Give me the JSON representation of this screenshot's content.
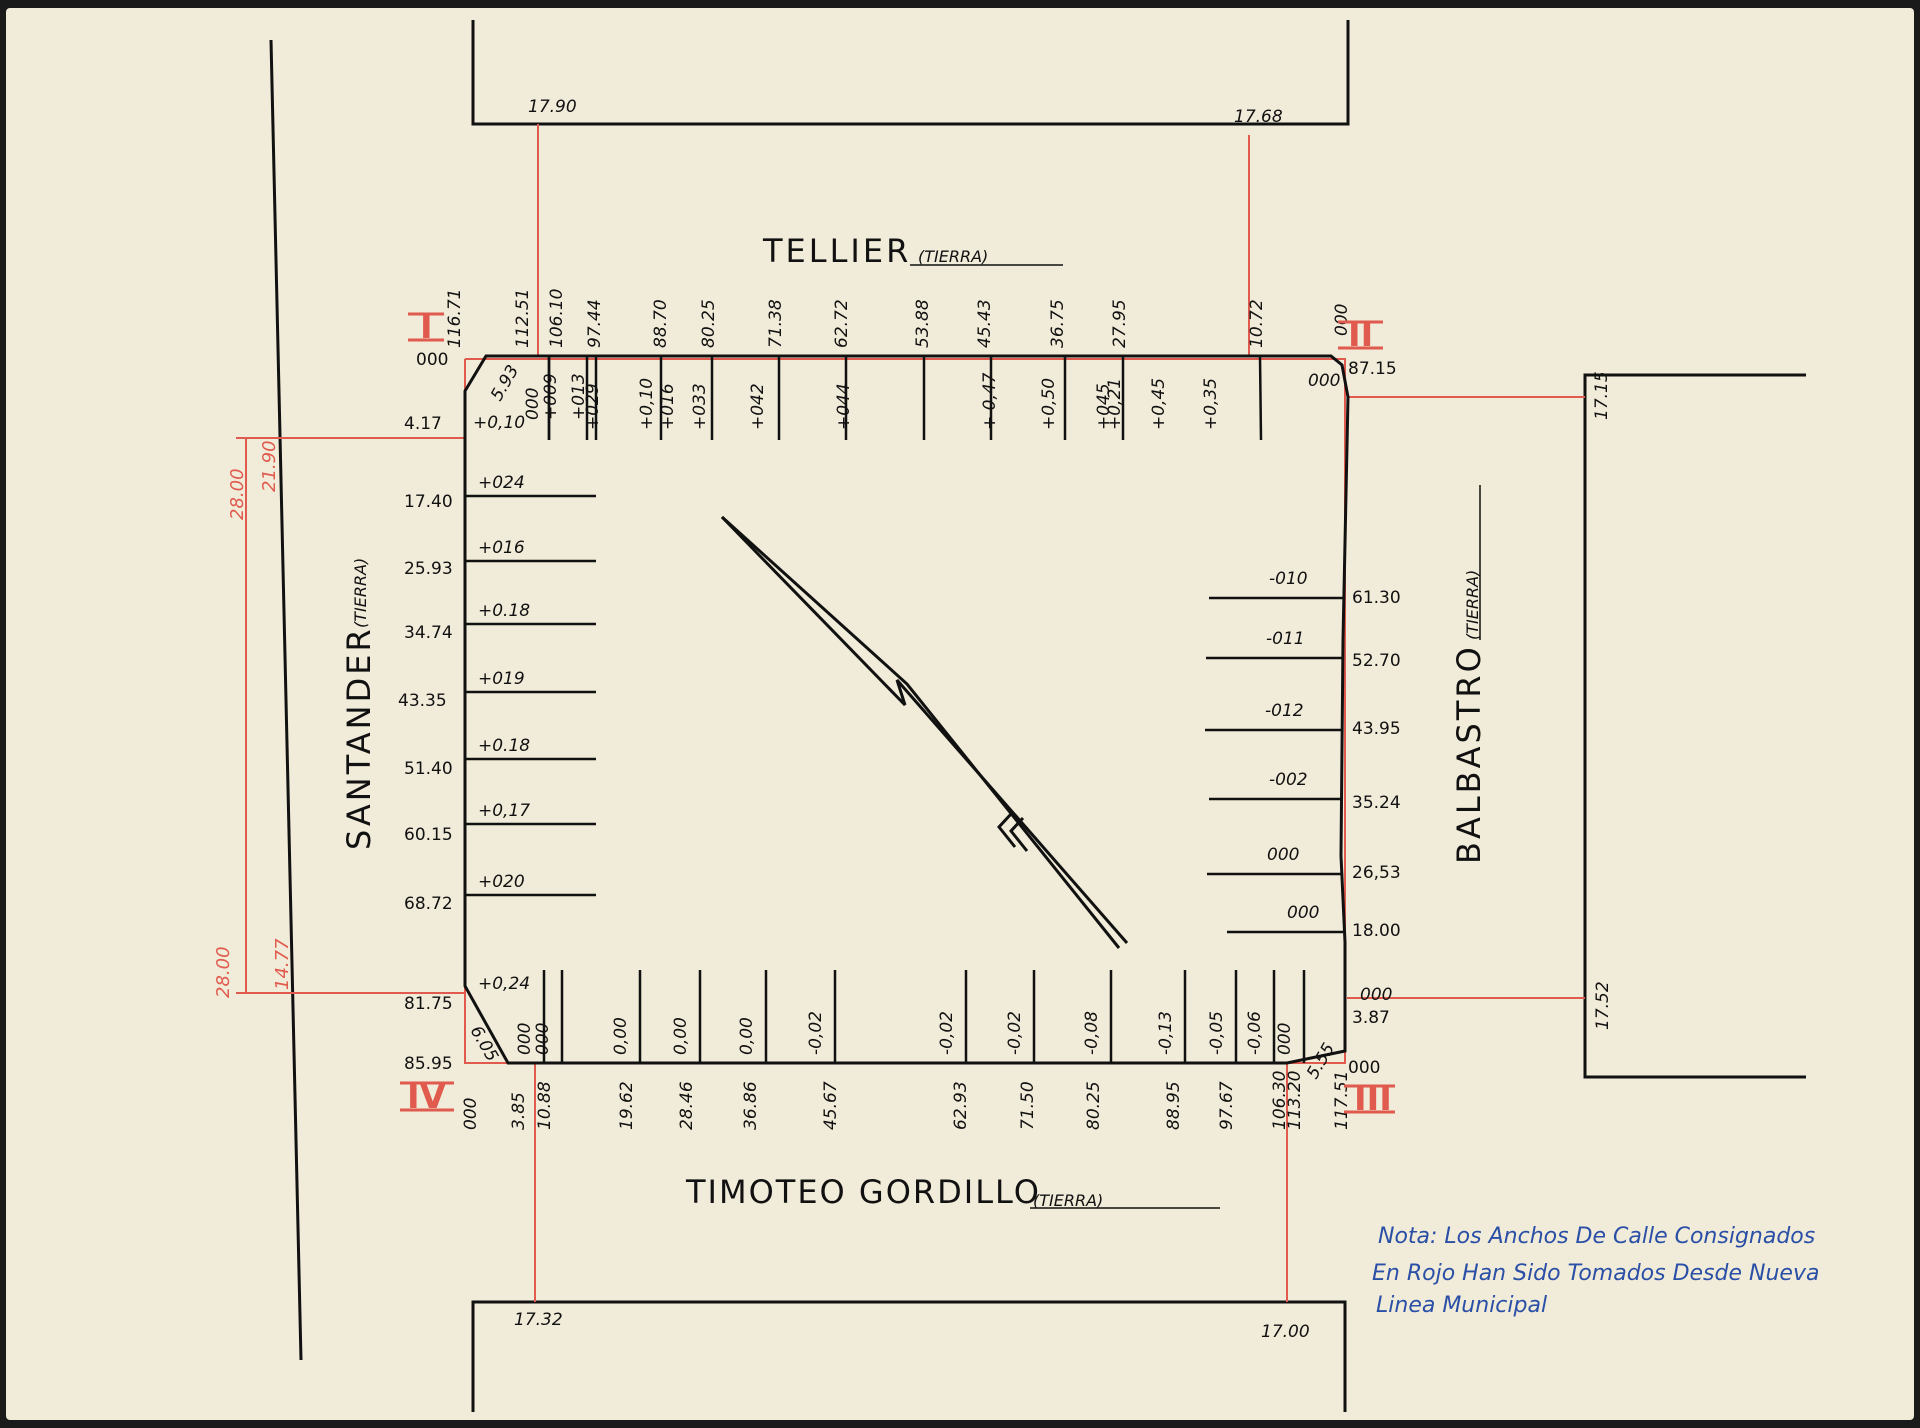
{
  "streets": {
    "north": {
      "name": "TELLIER",
      "surface": "(TIERRA)"
    },
    "west": {
      "name": "SANTANDER",
      "surface": "(TIERRA)"
    },
    "east": {
      "name": "BALBASTRO",
      "surface": "(TIERRA)"
    },
    "south": {
      "name": "TIMOTEO GORDILLO",
      "surface": "(TIERRA)"
    }
  },
  "corners": {
    "c1": "I",
    "c2": "II",
    "c3": "III",
    "c4": "IV"
  },
  "street_widths": {
    "north_left": "17.90",
    "north_right": "17.68",
    "east_top": "17.15",
    "east_bottom": "17.52",
    "south_left": "17.32",
    "south_right": "17.00",
    "west_top_outer": "28.00",
    "west_top_inner": "21.90",
    "west_bottom_outer": "28.00",
    "west_bottom_inner": "14.77"
  },
  "north_side": {
    "corner_zero": "000",
    "chamfer": "5.93",
    "stations": [
      "116.71",
      "112.51",
      "106.10",
      "97.44",
      "88.70",
      "80.25",
      "71.38",
      "62.72",
      "53.88",
      "45.43",
      "36.75",
      "27.95",
      "10.72"
    ],
    "offsets": [
      "+0,10",
      "000",
      "+009",
      "+013",
      "+029",
      "+0,10",
      "+016",
      "+033",
      "+042",
      "+044",
      "+ 0,47",
      "+0,50",
      "+045",
      "+0,45",
      "+0,35",
      "+0,21"
    ],
    "end_zero": "000",
    "corner_value": "87.15",
    "corner_offset": "000"
  },
  "west_side": {
    "stations": [
      "4.17",
      "17.40",
      "25.93",
      "34.74",
      "43.35",
      "51.40",
      "60.15",
      "68.72",
      "81.75",
      "85.95"
    ],
    "offsets": [
      "+024",
      "+016",
      "+0.18",
      "+019",
      "+0.18",
      "+0,17",
      "+020",
      "+0,24"
    ],
    "chamfer": "6.05"
  },
  "east_side": {
    "stations": [
      "61.30",
      "52.70",
      "43.95",
      "35.24",
      "26,53",
      "18.00",
      "3.87"
    ],
    "offsets": [
      "-010",
      "-011",
      "-012",
      "-002",
      "000",
      "000",
      "000"
    ],
    "end_zero": "000"
  },
  "south_side": {
    "stations": [
      "000",
      "3.85",
      "10.88",
      "19.62",
      "28.46",
      "36.86",
      "45.67",
      "62.93",
      "71.50",
      "80.25",
      "88.95",
      "97.67",
      "106.30",
      "113.20",
      "117.51"
    ],
    "offsets": [
      "000",
      "000",
      "0,00",
      "0,00",
      "0,00",
      "-0,02",
      "-0,02",
      "-0,02",
      "-0,08",
      "-0,13",
      "-0,05",
      "-0,06",
      "000"
    ],
    "chamfer": "5.55"
  },
  "note": {
    "line1": "Nota: Los Anchos De Calle Consignados",
    "line2": "En Rojo Han Sido Tomados Desde Nueva",
    "line3": "Linea Municipal"
  },
  "colors": {
    "paper": "#f1ebd9",
    "ink": "#111111",
    "red": "#e05a4e",
    "blue": "#2a4fa6"
  }
}
